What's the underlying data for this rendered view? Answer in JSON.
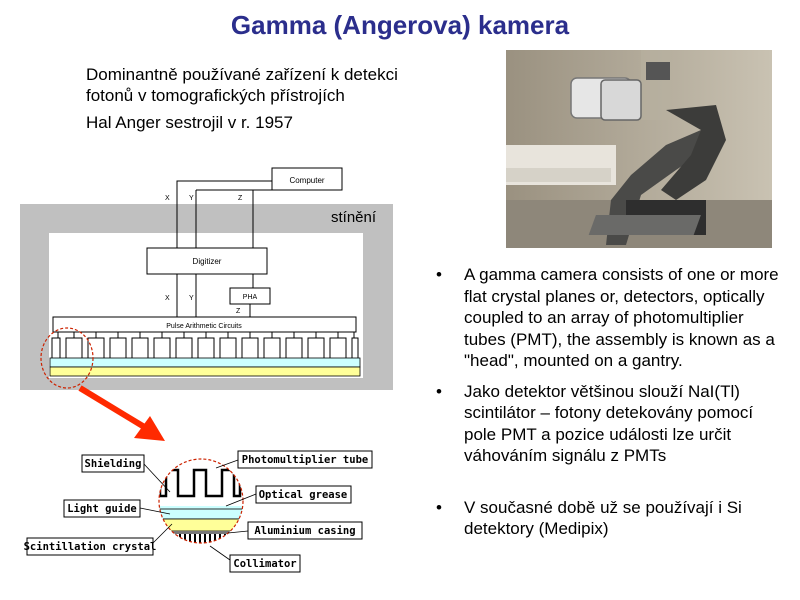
{
  "title": "Gamma (Angerova) kamera",
  "intro": {
    "p1": "Dominantně používané zařízení k detekci fotonů v tomografických přístrojích",
    "p2": "Hal Anger sestrojil v r. 1957"
  },
  "diagram": {
    "shielding_label": "stínění",
    "computer": "Computer",
    "digitizer": "Digitizer",
    "pha": "PHA",
    "pulse_circuits": "Pulse Arithmetic Circuits",
    "x_top": "X",
    "y_top": "Y",
    "z_top": "Z",
    "x_mid": "X",
    "y_mid": "Y",
    "z_mid": "Z",
    "detail_labels": {
      "shielding": "Shielding",
      "light_guide": "Light guide",
      "scintillation_crystal": "Scintillation crystal",
      "photomultiplier_tube": "Photomultiplier tube",
      "optical_grease": "Optical grease",
      "aluminium_casing": "Aluminium casing",
      "collimator": "Collimator"
    },
    "colors": {
      "shield_gray": "#c0c0c0",
      "crystal_yellow": "#ffff99",
      "lightguide_cyan": "#ccffff",
      "arrow_red": "#ff2a00",
      "highlight_circle": "#cc2200"
    }
  },
  "bullets": [
    "A gamma camera consists of one or more flat crystal planes or, detectors, optically coupled to an array of photomultiplier tubes (PMT), the assembly is known as a \"head\", mounted on a gantry.",
    "Jako detektor většinou slouží NaI(Tl) scintilátor – fotony detekovány pomocí pole PMT a pozice události lze určit váhováním signálu z PMTs",
    "V současné době už se používají i Si detektory (Medipix)"
  ],
  "bullet_symbol": "•"
}
